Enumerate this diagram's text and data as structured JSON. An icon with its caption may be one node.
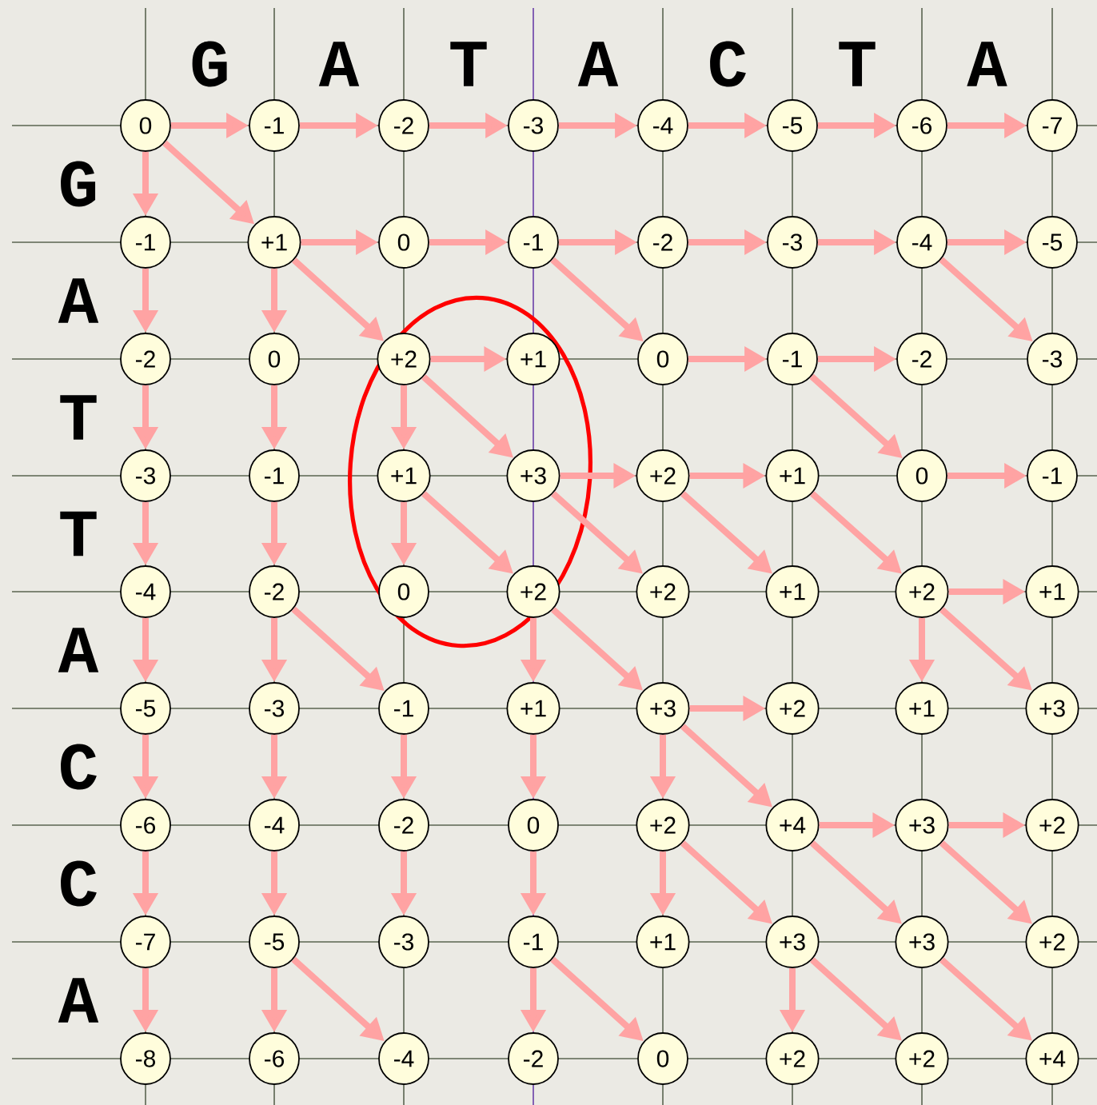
{
  "diagram": {
    "nodes": [
      {
        "text": [
          "0"
        ]
      },
      {
        "text": [
          "-1"
        ]
      },
      {
        "text": [
          "-2"
        ]
      },
      {
        "text": [
          "-3"
        ]
      },
      {
        "text": [
          "-4"
        ]
      },
      {
        "text": [
          "-5"
        ]
      },
      {
        "text": [
          "-6"
        ]
      },
      {
        "text": [
          "-7"
        ]
      },
      {
        "text": [
          "-1"
        ]
      },
      {
        "text": [
          "+1"
        ]
      },
      {
        "text": [
          "0"
        ]
      },
      {
        "text": [
          "-1"
        ]
      },
      {
        "text": [
          "-2"
        ]
      },
      {
        "text": [
          "-3"
        ]
      },
      {
        "text": [
          "-4"
        ]
      },
      {
        "text": [
          "-5"
        ]
      },
      {
        "text": [
          "-2"
        ]
      },
      {
        "text": [
          "0"
        ]
      },
      {
        "text": [
          "+2"
        ]
      },
      {
        "text": [
          "+1"
        ]
      },
      {
        "text": [
          "0"
        ]
      },
      {
        "text": [
          "-1"
        ]
      },
      {
        "text": [
          "-2"
        ]
      },
      {
        "text": [
          "-3"
        ]
      },
      {
        "text": [
          "-3"
        ]
      },
      {
        "text": [
          "-1"
        ]
      },
      {
        "text": [
          "+1"
        ]
      },
      {
        "text": [
          "+3"
        ]
      },
      {
        "text": [
          "+2"
        ]
      },
      {
        "text": [
          "+1"
        ]
      },
      {
        "text": [
          "0"
        ]
      },
      {
        "text": [
          "-1"
        ]
      },
      {
        "text": [
          "-4"
        ]
      },
      {
        "text": [
          "-2"
        ]
      },
      {
        "text": [
          "0"
        ]
      },
      {
        "text": [
          "+2"
        ]
      },
      {
        "text": [
          "+2"
        ]
      },
      {
        "text": [
          "+1"
        ]
      },
      {
        "text": [
          "+2"
        ]
      },
      {
        "text": [
          "+1"
        ]
      },
      {
        "text": [
          "-5"
        ]
      },
      {
        "text": [
          "-3"
        ]
      },
      {
        "text": [
          "-1"
        ]
      },
      {
        "text": [
          "+1"
        ]
      },
      {
        "text": [
          "+3"
        ]
      },
      {
        "text": [
          "+2"
        ]
      },
      {
        "text": [
          "+1"
        ]
      },
      {
        "text": [
          "+3"
        ]
      },
      {
        "text": [
          "-6"
        ]
      },
      {
        "text": [
          "-4"
        ]
      },
      {
        "text": [
          "-2"
        ]
      },
      {
        "text": [
          "0"
        ]
      },
      {
        "text": [
          "+2"
        ]
      },
      {
        "text": [
          "+4"
        ]
      },
      {
        "text": [
          "+3"
        ]
      },
      {
        "text": [
          "+2"
        ]
      },
      {
        "text": [
          "-7"
        ]
      },
      {
        "text": [
          "-5"
        ]
      },
      {
        "text": [
          "-3"
        ]
      },
      {
        "text": [
          "-1"
        ]
      },
      {
        "text": [
          "+1"
        ]
      },
      {
        "text": [
          "+3"
        ]
      },
      {
        "text": [
          "+3"
        ]
      },
      {
        "text": [
          "+2"
        ]
      },
      {
        "text": [
          "-8"
        ]
      },
      {
        "text": [
          "-6"
        ]
      },
      {
        "text": [
          "-4"
        ]
      },
      {
        "text": [
          "-2"
        ]
      },
      {
        "text": [
          "0"
        ]
      },
      {
        "text": [
          "+2"
        ]
      },
      {
        "text": [
          "+2"
        ]
      },
      {
        "text": [
          "+4"
        ]
      }
    ],
    "edges": [
      {
        "from": 0,
        "to": 1,
        "arrow": "to"
      },
      {
        "from": 1,
        "to": 2,
        "arrow": "to"
      },
      {
        "from": 2,
        "to": 3,
        "arrow": "to"
      },
      {
        "from": 3,
        "to": 4,
        "arrow": "to"
      },
      {
        "from": 4,
        "to": 5,
        "arrow": "to"
      },
      {
        "from": 5,
        "to": 6,
        "arrow": "to"
      },
      {
        "from": 6,
        "to": 7,
        "arrow": "to"
      },
      {
        "from": 0,
        "to": 8,
        "arrow": "to"
      },
      {
        "from": 8,
        "to": 16,
        "arrow": "to"
      },
      {
        "from": 16,
        "to": 24,
        "arrow": "to"
      },
      {
        "from": 24,
        "to": 32,
        "arrow": "to"
      },
      {
        "from": 32,
        "to": 40,
        "arrow": "to"
      },
      {
        "from": 40,
        "to": 48,
        "arrow": "to"
      },
      {
        "from": 48,
        "to": 56,
        "arrow": "to"
      },
      {
        "from": 56,
        "to": 64,
        "arrow": "to"
      },
      {
        "from": 0,
        "to": 9,
        "arrow": "to"
      },
      {
        "from": 9,
        "to": 10,
        "arrow": "to"
      },
      {
        "from": 10,
        "to": 11,
        "arrow": "to"
      },
      {
        "from": 11,
        "to": 12,
        "arrow": "to"
      },
      {
        "from": 12,
        "to": 13,
        "arrow": "to"
      },
      {
        "from": 13,
        "to": 14,
        "arrow": "to"
      },
      {
        "from": 14,
        "to": 15,
        "arrow": "to"
      },
      {
        "from": 9,
        "to": 17,
        "arrow": "to"
      },
      {
        "from": 9,
        "to": 18,
        "arrow": "to"
      },
      {
        "from": 11,
        "to": 20,
        "arrow": "to"
      },
      {
        "from": 14,
        "to": 23,
        "arrow": "to"
      },
      {
        "from": 18,
        "to": 19,
        "arrow": "to"
      },
      {
        "from": 20,
        "to": 21,
        "arrow": "to"
      },
      {
        "from": 21,
        "to": 22,
        "arrow": "to"
      },
      {
        "from": 17,
        "to": 25,
        "arrow": "to"
      },
      {
        "from": 18,
        "to": 26,
        "arrow": "to"
      },
      {
        "from": 18,
        "to": 27,
        "arrow": "to"
      },
      {
        "from": 21,
        "to": 30,
        "arrow": "to"
      },
      {
        "from": 27,
        "to": 28,
        "arrow": "to"
      },
      {
        "from": 28,
        "to": 29,
        "arrow": "to"
      },
      {
        "from": 30,
        "to": 31,
        "arrow": "to"
      },
      {
        "from": 25,
        "to": 33,
        "arrow": "to"
      },
      {
        "from": 26,
        "to": 34,
        "arrow": "to"
      },
      {
        "from": 26,
        "to": 35,
        "arrow": "to"
      },
      {
        "from": 27,
        "to": 36,
        "arrow": "to"
      },
      {
        "from": 28,
        "to": 37,
        "arrow": "to"
      },
      {
        "from": 29,
        "to": 38,
        "arrow": "to"
      },
      {
        "from": 38,
        "to": 39,
        "arrow": "to"
      },
      {
        "from": 33,
        "to": 41,
        "arrow": "to"
      },
      {
        "from": 35,
        "to": 43,
        "arrow": "to"
      },
      {
        "from": 38,
        "to": 46,
        "arrow": "to"
      },
      {
        "from": 33,
        "to": 42,
        "arrow": "to"
      },
      {
        "from": 35,
        "to": 44,
        "arrow": "to"
      },
      {
        "from": 38,
        "to": 47,
        "arrow": "to"
      },
      {
        "from": 44,
        "to": 45,
        "arrow": "to"
      },
      {
        "from": 41,
        "to": 49,
        "arrow": "to"
      },
      {
        "from": 42,
        "to": 50,
        "arrow": "to"
      },
      {
        "from": 43,
        "to": 51,
        "arrow": "to"
      },
      {
        "from": 44,
        "to": 52,
        "arrow": "to"
      },
      {
        "from": 44,
        "to": 53,
        "arrow": "to"
      },
      {
        "from": 53,
        "to": 54,
        "arrow": "to"
      },
      {
        "from": 54,
        "to": 55,
        "arrow": "to"
      },
      {
        "from": 49,
        "to": 57,
        "arrow": "to"
      },
      {
        "from": 50,
        "to": 58,
        "arrow": "to"
      },
      {
        "from": 51,
        "to": 59,
        "arrow": "to"
      },
      {
        "from": 52,
        "to": 60,
        "arrow": "to"
      },
      {
        "from": 52,
        "to": 61,
        "arrow": "to"
      },
      {
        "from": 53,
        "to": 62,
        "arrow": "to"
      },
      {
        "from": 54,
        "to": 63,
        "arrow": "to"
      },
      {
        "from": 57,
        "to": 65,
        "arrow": "to"
      },
      {
        "from": 59,
        "to": 67,
        "arrow": "to"
      },
      {
        "from": 61,
        "to": 69,
        "arrow": "to"
      },
      {
        "from": 57,
        "to": 66,
        "arrow": "to"
      },
      {
        "from": 59,
        "to": 68,
        "arrow": "to"
      },
      {
        "from": 61,
        "to": 70,
        "arrow": "to"
      },
      {
        "from": 62,
        "to": 71,
        "arrow": "to"
      }
    ],
    "labels": [
      "G",
      "A",
      "T",
      "A",
      "C",
      "T",
      "A",
      "G",
      "A",
      "T",
      "T",
      "A",
      "C",
      "C",
      "A"
    ]
  }
}
